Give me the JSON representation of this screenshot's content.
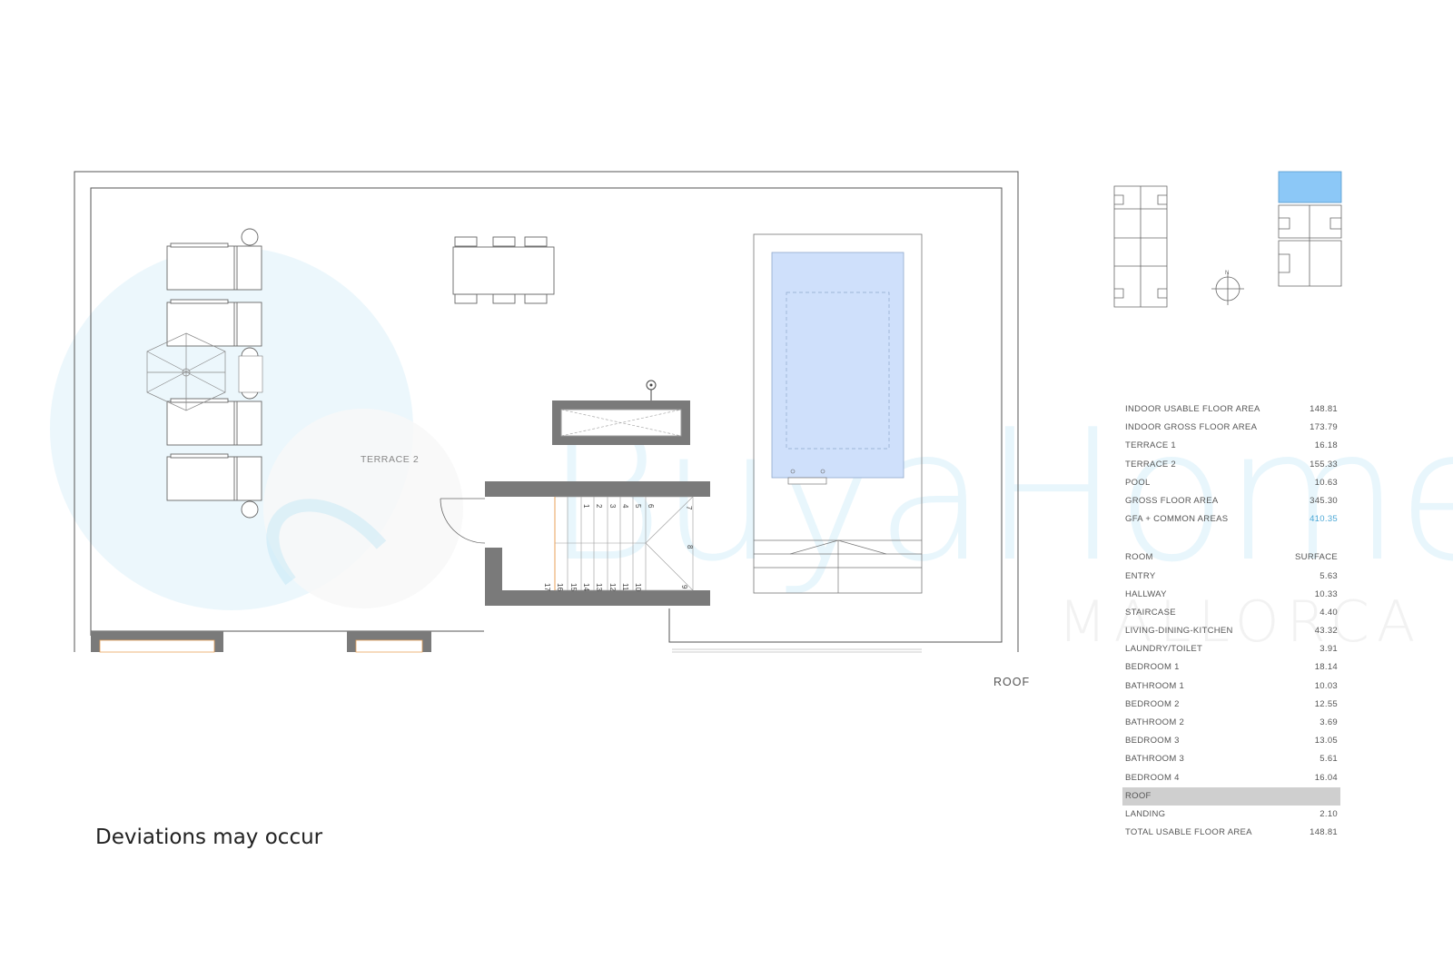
{
  "labels": {
    "terrace_2": "TERRACE 2",
    "roof": "ROOF",
    "footnote": "Deviations may occur",
    "compass": "N"
  },
  "watermark": {
    "brand": "BuyaHome",
    "region": "MALLORCA"
  },
  "stairs": {
    "steps": [
      "1",
      "2",
      "3",
      "4",
      "5",
      "6",
      "7",
      "8",
      "9",
      "10",
      "11",
      "12",
      "13",
      "14",
      "15",
      "16",
      "17"
    ]
  },
  "summary": [
    {
      "label": "INDOOR USABLE FLOOR AREA",
      "value": "148.81",
      "accent": false
    },
    {
      "label": "INDOOR GROSS FLOOR AREA",
      "value": "173.79",
      "accent": false
    },
    {
      "label": "TERRACE 1",
      "value": "16.18",
      "accent": false
    },
    {
      "label": "TERRACE 2",
      "value": "155.33",
      "accent": false
    },
    {
      "label": "POOL",
      "value": "10.63",
      "accent": false
    },
    {
      "label": "GROSS FLOOR AREA",
      "value": "345.30",
      "accent": false
    },
    {
      "label": "GFA + COMMON AREAS",
      "value": "410.35",
      "accent": true
    }
  ],
  "rooms_header": {
    "room": "ROOM",
    "surface": "SURFACE"
  },
  "rooms": [
    {
      "label": "ENTRY",
      "value": "5.63",
      "highlight": false
    },
    {
      "label": "HALLWAY",
      "value": "10.33",
      "highlight": false
    },
    {
      "label": "STAIRCASE",
      "value": "4.40",
      "highlight": false
    },
    {
      "label": "LIVING-DINING-KITCHEN",
      "value": "43.32",
      "highlight": false
    },
    {
      "label": "LAUNDRY/TOILET",
      "value": "3.91",
      "highlight": false
    },
    {
      "label": "BEDROOM 1",
      "value": "18.14",
      "highlight": false
    },
    {
      "label": "BATHROOM 1",
      "value": "10.03",
      "highlight": false
    },
    {
      "label": "BEDROOM 2",
      "value": "12.55",
      "highlight": false
    },
    {
      "label": "BATHROOM 2",
      "value": "3.69",
      "highlight": false
    },
    {
      "label": "BEDROOM 3",
      "value": "13.05",
      "highlight": false
    },
    {
      "label": "BATHROOM 3",
      "value": "5.61",
      "highlight": false
    },
    {
      "label": "BEDROOM 4",
      "value": "16.04",
      "highlight": false
    },
    {
      "label": "ROOF",
      "value": "",
      "highlight": true
    },
    {
      "label": "LANDING",
      "value": "2.10",
      "highlight": false
    },
    {
      "label": "TOTAL USABLE FLOOR AREA",
      "value": "148.81",
      "highlight": false
    }
  ],
  "colors": {
    "pool": "#cfe0fb",
    "highlight_block": "#8cc8f7",
    "wall": "#7a7a7a",
    "accent": "#4da8d6"
  }
}
